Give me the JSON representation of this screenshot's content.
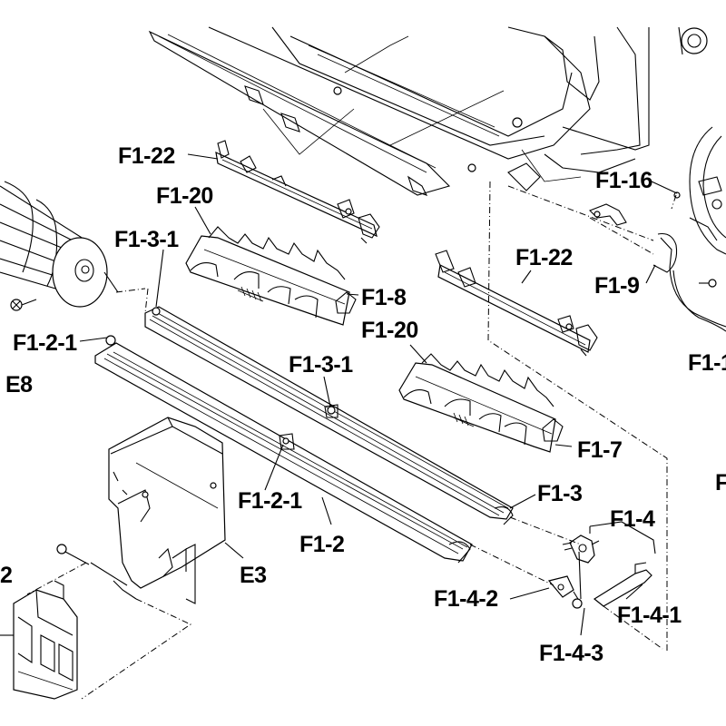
{
  "labels": {
    "f1_22_a": "F1-22",
    "f1_20_a": "F1-20",
    "f1_3_1_a": "F1-3-1",
    "f1_8": "F1-8",
    "f1_2_1_a": "F1-2-1",
    "e8": "E8",
    "f1_16": "F1-16",
    "f1_22_b": "F1-22",
    "f1_9": "F1-9",
    "f1_1_cut": "F1-1",
    "f1_20_b": "F1-20",
    "f1_3_1_b": "F1-3-1",
    "f1_7": "F1-7",
    "f_cut": "F",
    "f1_2_1_b": "F1-2-1",
    "f1_2": "F1-2",
    "f1_3": "F1-3",
    "f1_4": "F1-4",
    "e3": "E3",
    "f1_4_2": "F1-4-2",
    "f1_4_1": "F1-4-1",
    "f1_4_3": "F1-4-3",
    "cut_2": "2"
  }
}
